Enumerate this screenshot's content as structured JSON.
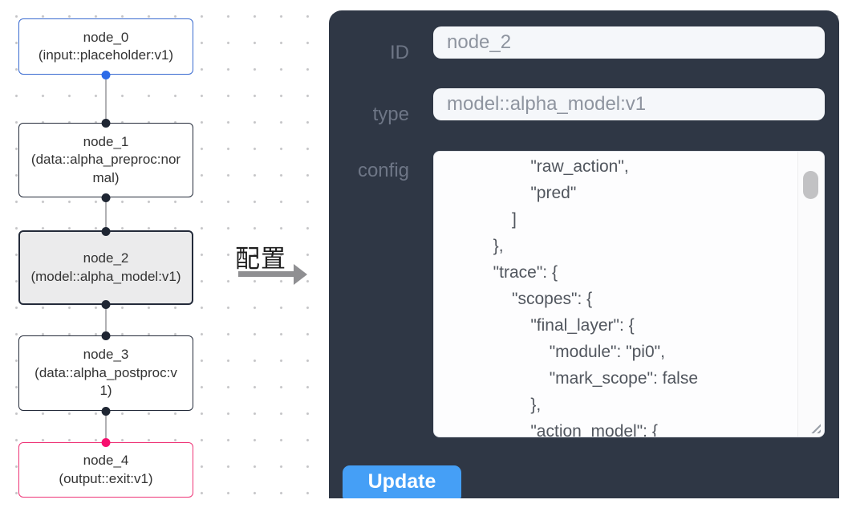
{
  "flow": {
    "edge_label": "配置",
    "nodes": [
      {
        "name": "node_0",
        "type_label": "(input::placeholder:v1)",
        "border_color": "#3a6bd0",
        "port_color": "#2c6be8",
        "bg": "#ffffff",
        "selected": false
      },
      {
        "name": "node_1",
        "type_label": "(data::alpha_preproc:normal)",
        "border_color": "#242b3a",
        "port_color": "#1f2633",
        "bg": "#ffffff",
        "selected": false
      },
      {
        "name": "node_2",
        "type_label": "(model::alpha_model:v1)",
        "border_color": "#242b3a",
        "port_color": "#1f2633",
        "bg": "#ebebec",
        "selected": true
      },
      {
        "name": "node_3",
        "type_label": "(data::alpha_postproc:v1)",
        "border_color": "#242b3a",
        "port_color": "#1f2633",
        "bg": "#ffffff",
        "selected": false
      },
      {
        "name": "node_4",
        "type_label": "(output::exit:v1)",
        "border_color": "#ee3577",
        "port_color": "#f70f6e",
        "bg": "#ffffff",
        "selected": false
      }
    ]
  },
  "panel": {
    "bg": "#2f3745",
    "accent": "#459ff6",
    "id_label": "ID",
    "id_value": "node_2",
    "type_label": "type",
    "type_value": "model::alpha_model:v1",
    "config_label": "config",
    "config_lines": [
      "                \"raw_action\",",
      "                \"pred\"",
      "            ]",
      "        },",
      "        \"trace\": {",
      "            \"scopes\": {",
      "                \"final_layer\": {",
      "                    \"module\": \"pi0\",",
      "                    \"mark_scope\": false",
      "                },",
      "                \"action_model\": {"
    ],
    "update_label": "Update"
  }
}
